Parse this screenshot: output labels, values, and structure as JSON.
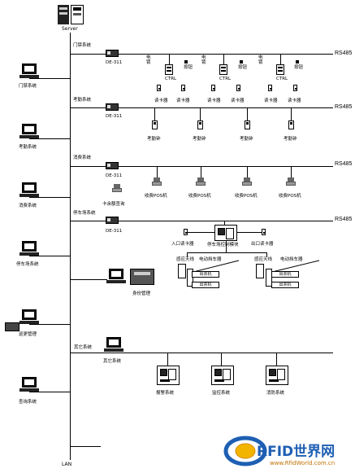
{
  "servers_label": "Server",
  "lan_label": "LAN",
  "rs485": "RS485",
  "de_label": "DE-311",
  "left_terminals": [
    {
      "label": "门禁系统"
    },
    {
      "label": "考勤系统"
    },
    {
      "label": "消费系统"
    },
    {
      "label": "停车场系统"
    },
    {
      "label": "巡更管理"
    },
    {
      "label": "查询系统"
    }
  ],
  "access": {
    "title": "门禁系统",
    "electric_lock": "电锁",
    "ctrl": "CTRL",
    "button": "按钮",
    "reader": "读卡器"
  },
  "attendance": {
    "title": "考勤系统",
    "device": "考勤钟"
  },
  "consumption": {
    "title": "消费系统",
    "pos": "收费POS机",
    "balance_query": "卡余额查询"
  },
  "parking": {
    "title": "停车场系统",
    "entry_reader": "入口读卡器",
    "controller": "停车场控制模块",
    "exit_reader": "出口读卡器",
    "antenna": "感应天线",
    "barrier": "电动挡车器",
    "sign": "出票机",
    "id_mgmt": "身份管理"
  },
  "other": {
    "title": "其它系统",
    "computer": "其它系统",
    "alarm": "报警系统",
    "monitor": "监控系统",
    "fire": "消防系统"
  },
  "watermark": {
    "brand": "RFID世界网",
    "url": "www.RfidWorld.com.cn"
  }
}
